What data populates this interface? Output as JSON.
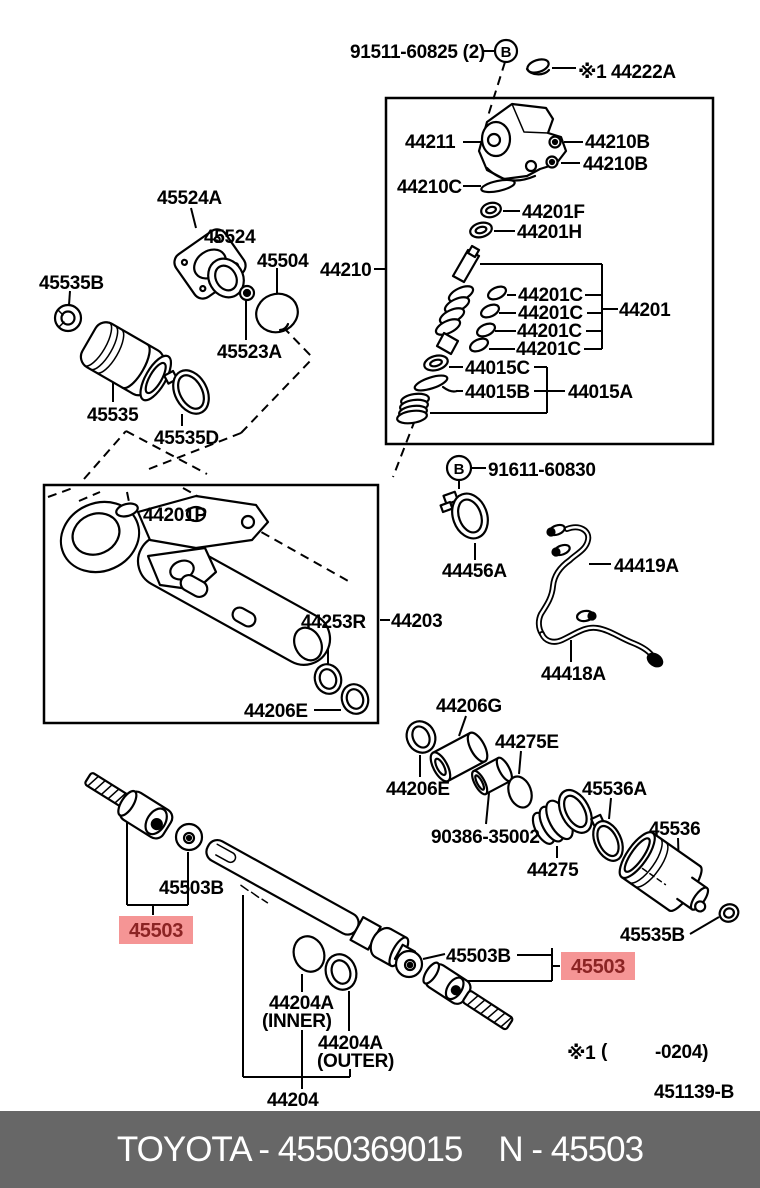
{
  "diagram": {
    "figure_code": "451139-B",
    "applicability_note": {
      "ref": "※1",
      "open": "(",
      "range": "-0204)"
    }
  },
  "colors": {
    "highlight_bg": "#f59595",
    "highlight_text": "#8b2424",
    "footer_bg": "#676767",
    "footer_text": "#ffffff",
    "diagram_ink": "#000000"
  },
  "labels": {
    "b_mark_top": "B",
    "b_mark_mid": "B",
    "bolt_top": "91511-60825 (2)",
    "ref_top": "※1",
    "cap": "44222A",
    "valve_body": "44211",
    "union_bolt_1": "44210B",
    "union_bolt_2": "44210B",
    "gasket": "44210C",
    "ring_f": "44201F",
    "ring_h": "44201H",
    "clip_1": "44201C",
    "clip_2": "44201C",
    "clip_3": "44201C",
    "clip_4": "44201C",
    "valve_assy": "44201",
    "valve_box": "44210",
    "washer_c": "44015C",
    "washer_b": "44015B",
    "guide_a": "44015A",
    "grommet_plate": "45524A",
    "grommet": "45524",
    "cover": "45504",
    "clip_small_left": "45535B",
    "plug": "45523A",
    "boot_left": "45535",
    "clamp_left": "45535D",
    "gasket_p": "44201P",
    "bush_r": "44253R",
    "oil_seal_box": "44206E",
    "housing_box": "44203",
    "bolt_mid": "91611-60830",
    "clamp_tube": "44456A",
    "tube_a": "44419A",
    "tube_b": "44418A",
    "spacer_g": "44206G",
    "oring_e": "44275E",
    "oil_seal_2": "44206E",
    "bush_90386": "90386-35002",
    "clamp_mid": "45536A",
    "boot_right": "45536",
    "boot_mid": "44275",
    "clip_small_right": "45535B",
    "rack_end_sub_left": "45503B",
    "rack_end_left": "45503",
    "rack_end_sub_right": "45503B",
    "rack_end_right": "45503",
    "spring_inner_line1": "44204A",
    "spring_inner_line2": "(INNER)",
    "spring_outer_line1": "44204A",
    "spring_outer_line2": "(OUTER)",
    "rack": "44204",
    "note_ref": "※1",
    "note_open": "(",
    "note_range": "-0204)",
    "figure_code": "451139-B"
  },
  "footer": {
    "brand_part": "TOYOTA - 4550369015",
    "catalog_part": "N - 45503"
  }
}
